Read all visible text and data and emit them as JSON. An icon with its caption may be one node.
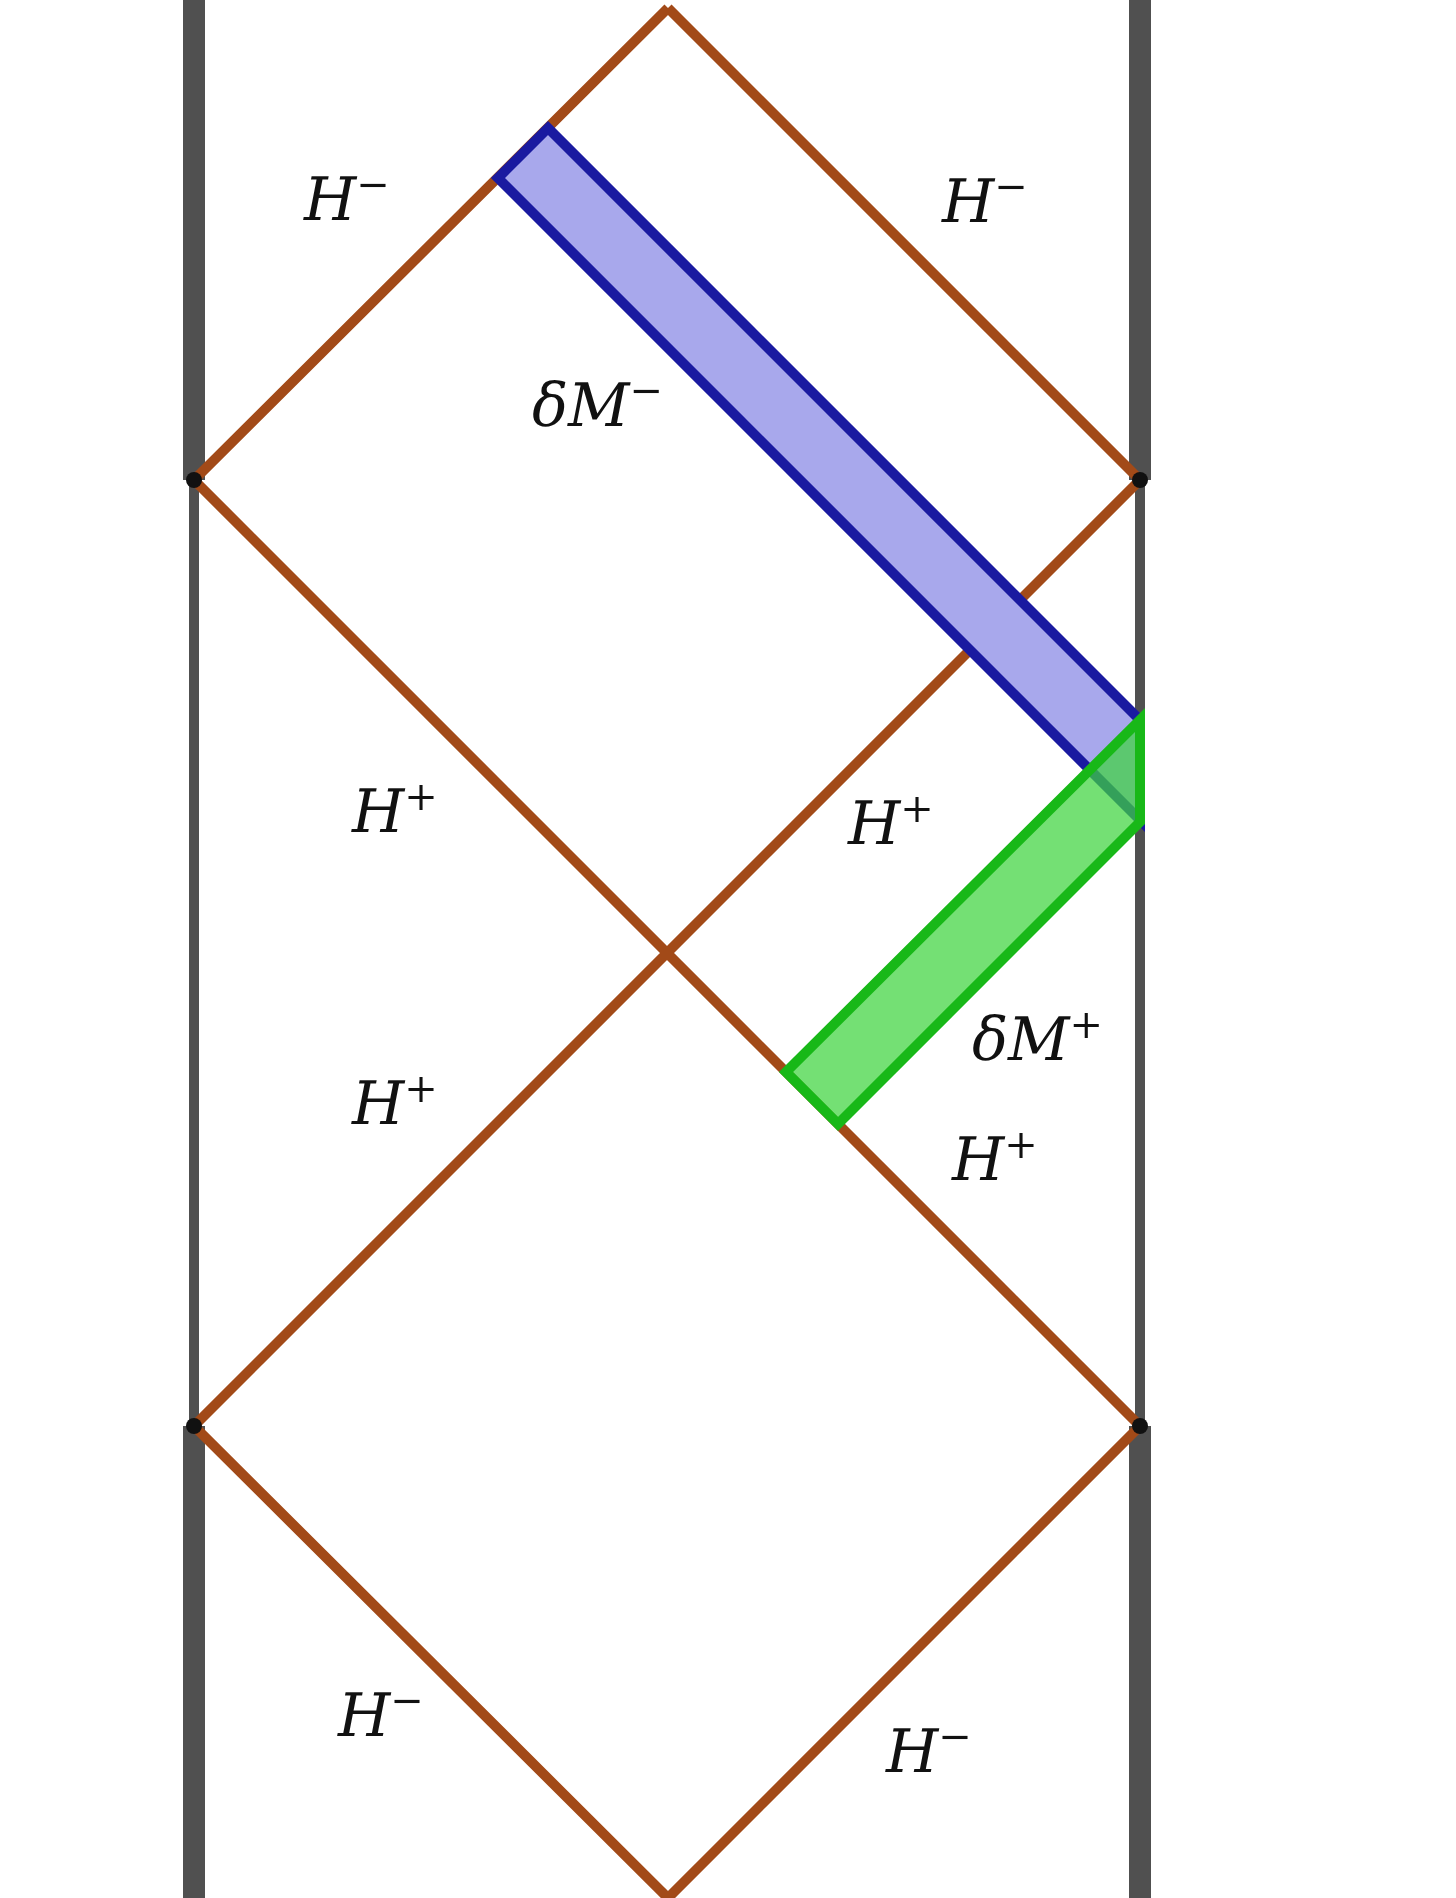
{
  "diagram": {
    "labels": [
      "*H*$^{−}$",
      "*H*$^{−}$",
      "*δM*$^{−}$",
      "*H*$^{+}$",
      "*H*$^{+}$",
      "*δM*$^{+}$",
      "*H*$^{+}$",
      "*H*$^{+}$",
      "*H*$^{−}$",
      "*H*$^{−}$"
    ]
  }
}
